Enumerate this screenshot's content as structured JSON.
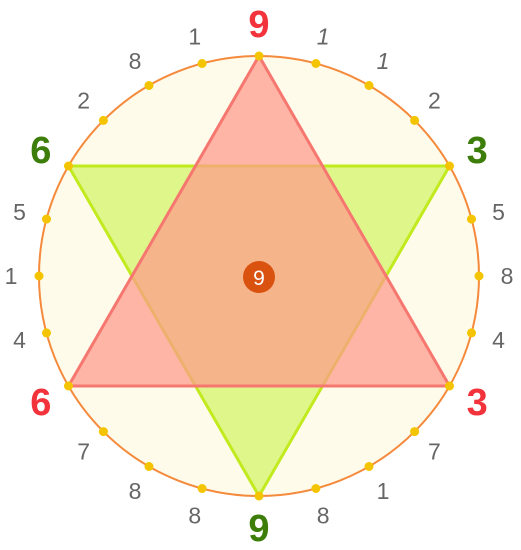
{
  "diagram": {
    "center_value": "9",
    "ring": {
      "fill": "#fffbea",
      "stroke": "#f58a3c",
      "dot_color": "#f5c400"
    },
    "red_triangle": {
      "fill": "#ff9a8c",
      "stroke": "#f57770",
      "vertex_labels": [
        "9",
        "3",
        "6"
      ],
      "label_color": "#f2333b"
    },
    "green_triangle": {
      "fill": "#dcf580",
      "stroke": "#c1ea1f",
      "vertex_labels": [
        "3",
        "9",
        "6"
      ],
      "label_color": "#3d7d0a"
    },
    "intermediate": {
      "color": "#666666",
      "labels": [
        "1",
        "1",
        "2",
        "5",
        "8",
        "4",
        "7",
        "1",
        "8",
        "8",
        "8",
        "7",
        "4",
        "1",
        "5",
        "2",
        "8",
        "1"
      ]
    },
    "center_marker_color": "#d9520f"
  }
}
